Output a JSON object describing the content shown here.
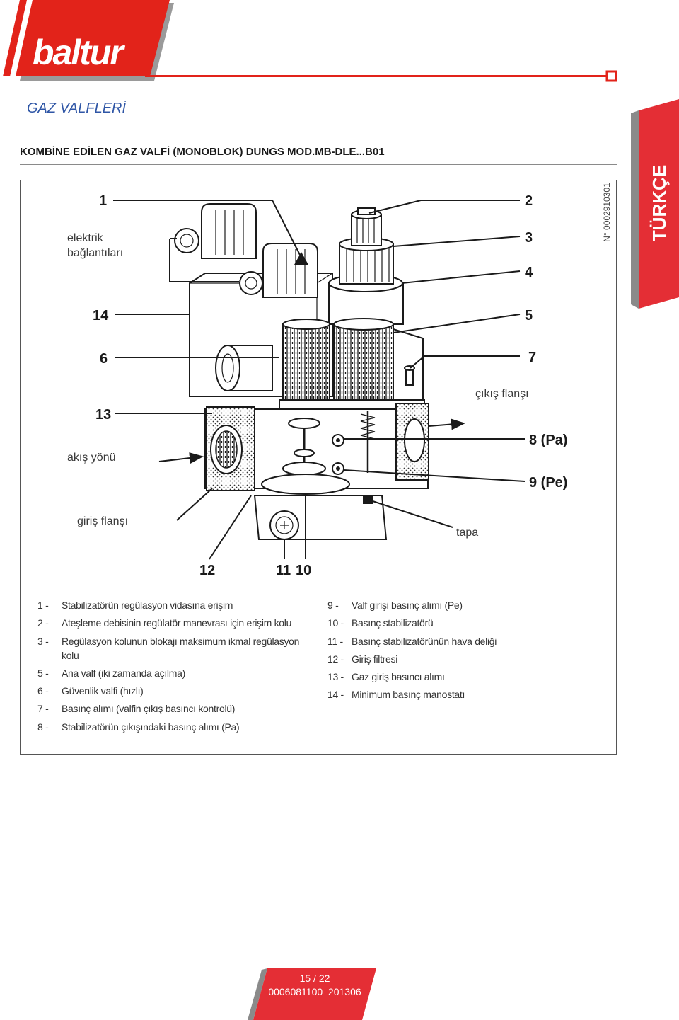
{
  "brand": {
    "logo_text": "baltur"
  },
  "section_title": "GAZ VALFLERİ",
  "language_tab": "TÜRKÇE",
  "doc_number": "N° 0002910301",
  "heading": "KOMBİNE EDİLEN GAZ VALFİ (MONOBLOK) DUNGS MOD.MB-DLE...B01",
  "diagram": {
    "callouts": {
      "n1": "1",
      "n2": "2",
      "n3": "3",
      "n4": "4",
      "n5": "5",
      "n6": "6",
      "n7": "7",
      "n8": "8 (Pa)",
      "n9": "9 (Pe)",
      "n10": "10",
      "n11": "11",
      "n12": "12",
      "n13": "13",
      "n14": "14"
    },
    "labels": {
      "electrical_line1": "elektrik",
      "electrical_line2": "bağlantıları",
      "outlet_flange": "çıkış flanşı",
      "flow_direction": "akış yönü",
      "inlet_flange": "giriş flanşı",
      "plug": "tapa"
    }
  },
  "legend": {
    "left": [
      {
        "num": "1 -",
        "text": "Stabilizatörün regülasyon vidasına erişim"
      },
      {
        "num": "2 -",
        "text": "Ateşleme debisinin regülatör manevrası için erişim kolu"
      },
      {
        "num": "3 -",
        "text": "Regülasyon kolunun blokajı maksimum ikmal regülasyon\nkolu"
      },
      {
        "num": "5 -",
        "text": "Ana valf (iki zamanda açılma)"
      },
      {
        "num": "6 -",
        "text": "Güvenlik valfi (hızlı)"
      },
      {
        "num": "7 -",
        "text": "Basınç alımı (valfin çıkış basıncı kontrolü)"
      },
      {
        "num": "8 -",
        "text": "Stabilizatörün çıkışındaki basınç alımı (Pa)"
      }
    ],
    "right": [
      {
        "num": "9 -",
        "text": "Valf girişi basınç alımı (Pe)"
      },
      {
        "num": "10 -",
        "text": "Basınç stabilizatörü"
      },
      {
        "num": "11 -",
        "text": "Basınç stabilizatörünün hava deliği"
      },
      {
        "num": "12 -",
        "text": "Giriş filtresi"
      },
      {
        "num": "13 -",
        "text": "Gaz giriş basıncı alımı"
      },
      {
        "num": "14 -",
        "text": "Minimum basınç manostatı"
      }
    ]
  },
  "footer": {
    "page": "15 / 22",
    "doc_code": "0006081100_201306"
  },
  "colors": {
    "brand_red": "#e2231a",
    "tab_red": "#e42e35",
    "title_blue": "#2f56a6",
    "text": "#333333"
  }
}
